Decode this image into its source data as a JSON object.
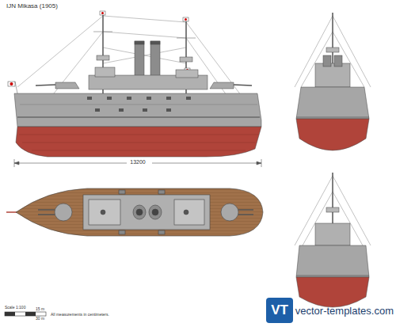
{
  "diagram": {
    "title": "IJN Mikasa (1905)",
    "labels": [
      "13200",
      "Scale 1:100",
      "15 m",
      "30 m",
      "All measurements in centimeters.",
      "VT",
      "vector-templates.com"
    ]
  }
}
